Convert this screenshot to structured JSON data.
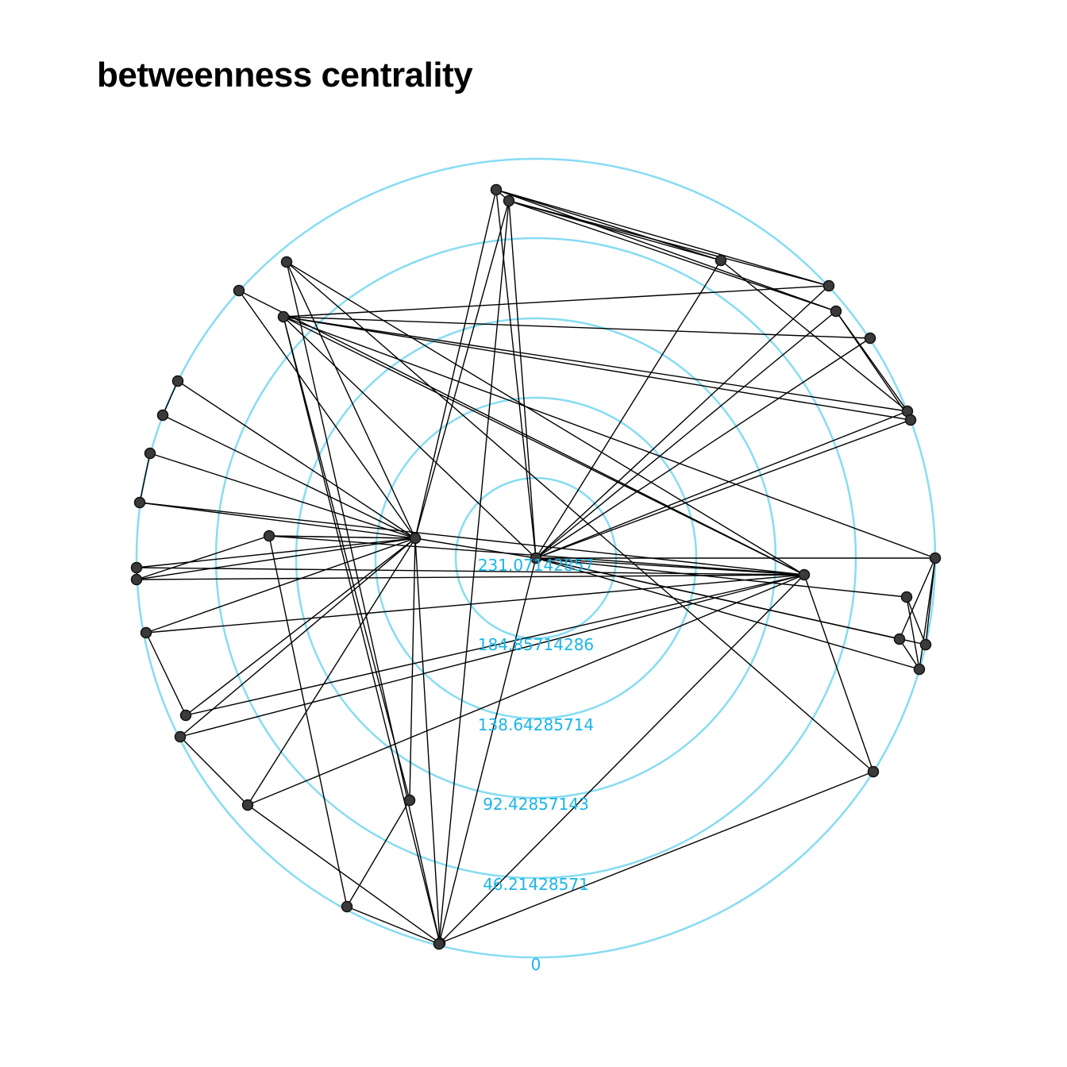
{
  "title": "betweenness centrality",
  "colors": {
    "ring": "#87dcf2",
    "ring_label": "#1ab5e8",
    "edge": "#000000",
    "node": "#3a3a3a"
  },
  "rings": [
    {
      "label": "0"
    },
    {
      "label": "46.21428571"
    },
    {
      "label": "92.42857143"
    },
    {
      "label": "138.64285714"
    },
    {
      "label": "184.85714286"
    },
    {
      "label": "231.07142857"
    }
  ],
  "nodes": [
    {
      "id": "n0"
    },
    {
      "id": "n1"
    },
    {
      "id": "n2"
    },
    {
      "id": "n3"
    },
    {
      "id": "n4"
    },
    {
      "id": "n5"
    },
    {
      "id": "n6"
    },
    {
      "id": "n7"
    },
    {
      "id": "n8"
    },
    {
      "id": "n9"
    },
    {
      "id": "n10"
    },
    {
      "id": "n11"
    },
    {
      "id": "n12"
    },
    {
      "id": "n13"
    },
    {
      "id": "n14"
    },
    {
      "id": "n15"
    },
    {
      "id": "n16"
    },
    {
      "id": "n17"
    },
    {
      "id": "n18"
    },
    {
      "id": "n19"
    },
    {
      "id": "n20"
    },
    {
      "id": "n21"
    },
    {
      "id": "n22"
    },
    {
      "id": "n23"
    },
    {
      "id": "n24"
    },
    {
      "id": "n25"
    },
    {
      "id": "n26"
    },
    {
      "id": "n27"
    },
    {
      "id": "n28"
    },
    {
      "id": "n29"
    },
    {
      "id": "n30"
    },
    {
      "id": "n31"
    },
    {
      "id": "n32"
    },
    {
      "id": "n33"
    },
    {
      "id": "n34"
    }
  ],
  "edges": [
    [
      "n0",
      "n2"
    ],
    [
      "n0",
      "n6"
    ],
    [
      "n0",
      "n7"
    ],
    [
      "n0",
      "n8"
    ],
    [
      "n0",
      "n9"
    ],
    [
      "n0",
      "n10"
    ],
    [
      "n0",
      "n11"
    ],
    [
      "n0",
      "n12"
    ],
    [
      "n0",
      "n3"
    ],
    [
      "n0",
      "n4"
    ],
    [
      "n0",
      "n5"
    ],
    [
      "n0",
      "n13"
    ],
    [
      "n0",
      "n14"
    ],
    [
      "n0",
      "n15"
    ],
    [
      "n0",
      "n16"
    ],
    [
      "n1",
      "n17"
    ],
    [
      "n1",
      "n18"
    ],
    [
      "n1",
      "n20"
    ],
    [
      "n1",
      "n21"
    ],
    [
      "n1",
      "n22"
    ],
    [
      "n1",
      "n23"
    ],
    [
      "n1",
      "n24"
    ],
    [
      "n1",
      "n25"
    ],
    [
      "n1",
      "n26"
    ],
    [
      "n1",
      "n27"
    ],
    [
      "n1",
      "n28"
    ],
    [
      "n1",
      "n29"
    ],
    [
      "n1",
      "n30"
    ],
    [
      "n1",
      "n31"
    ],
    [
      "n1",
      "n32"
    ],
    [
      "n1",
      "n3"
    ],
    [
      "n1",
      "n0"
    ],
    [
      "n1",
      "n4"
    ],
    [
      "n1",
      "n18"
    ],
    [
      "n2",
      "n5"
    ],
    [
      "n2",
      "n20"
    ],
    [
      "n2",
      "n32"
    ],
    [
      "n2",
      "n33"
    ],
    [
      "n2",
      "n18"
    ],
    [
      "n2",
      "n26"
    ],
    [
      "n2",
      "n24"
    ],
    [
      "n2",
      "n25"
    ],
    [
      "n2",
      "n27"
    ],
    [
      "n2",
      "n28"
    ],
    [
      "n2",
      "n29"
    ],
    [
      "n2",
      "n30"
    ],
    [
      "n2",
      "n31"
    ],
    [
      "n3",
      "n4"
    ],
    [
      "n3",
      "n6"
    ],
    [
      "n3",
      "n7"
    ],
    [
      "n3",
      "n10"
    ],
    [
      "n4",
      "n6"
    ],
    [
      "n4",
      "n7"
    ],
    [
      "n4",
      "n10"
    ],
    [
      "n4",
      "n34"
    ],
    [
      "n5",
      "n17"
    ],
    [
      "n5",
      "n8"
    ],
    [
      "n5",
      "n9"
    ],
    [
      "n5",
      "n10"
    ],
    [
      "n5",
      "n11"
    ],
    [
      "n5",
      "n12"
    ],
    [
      "n5",
      "n31"
    ],
    [
      "n6",
      "n8"
    ],
    [
      "n7",
      "n8"
    ],
    [
      "n7",
      "n9"
    ],
    [
      "n12",
      "n14"
    ],
    [
      "n12",
      "n15"
    ],
    [
      "n12",
      "n16"
    ],
    [
      "n13",
      "n16"
    ],
    [
      "n13",
      "n15"
    ],
    [
      "n14",
      "n16"
    ],
    [
      "n17",
      "n19"
    ],
    [
      "n18",
      "n19"
    ],
    [
      "n18",
      "n26"
    ],
    [
      "n30",
      "n31"
    ],
    [
      "n31",
      "n32"
    ],
    [
      "n31",
      "n33"
    ],
    [
      "n31",
      "n34"
    ],
    [
      "n32",
      "n33"
    ],
    [
      "n34",
      "n0"
    ],
    [
      "n19",
      "n34"
    ],
    [
      "n22",
      "n21"
    ],
    [
      "n23",
      "n24"
    ],
    [
      "n25",
      "n26"
    ],
    [
      "n27",
      "n28"
    ],
    [
      "n29",
      "n30"
    ]
  ]
}
